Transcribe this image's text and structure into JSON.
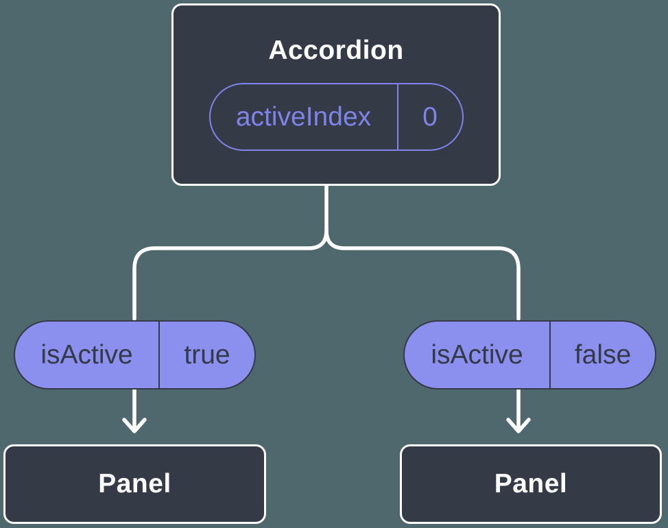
{
  "diagram": {
    "description": "component-tree-state-diagram",
    "root": {
      "title": "Accordion",
      "state": {
        "name": "activeIndex",
        "value": "0"
      }
    },
    "children": [
      {
        "prop_name": "isActive",
        "prop_value": "true",
        "node_label": "Panel"
      },
      {
        "prop_name": "isActive",
        "prop_value": "false",
        "node_label": "Panel"
      }
    ],
    "icons": {
      "connector": "tree-branch-lines",
      "arrow": "arrow-down-icon"
    },
    "colors": {
      "background": "#4E686E",
      "node_fill": "#343A46",
      "node_border": "#FFFFFF",
      "pill_fill": "#8B8FED",
      "accent_purple": "#7E84E9",
      "dark_text": "#343A46",
      "light_text": "#FFFFFF",
      "connector": "#FFFFFF"
    }
  }
}
